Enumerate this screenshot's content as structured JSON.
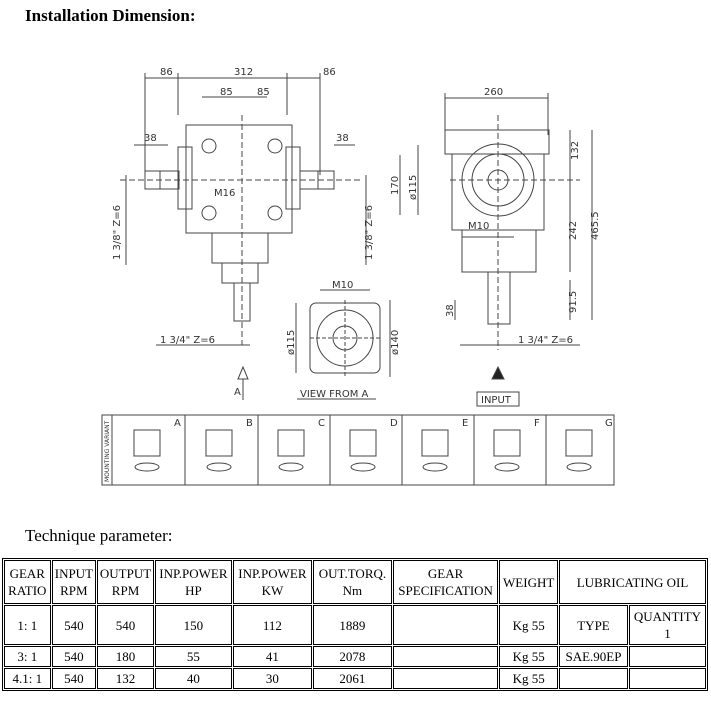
{
  "title": "Installation Dimension:",
  "subtitle": "Technique parameter:",
  "drawing": {
    "dims_top": [
      "86",
      "312",
      "86",
      "85",
      "85"
    ],
    "dim_38": "38",
    "dim_m16": "M16",
    "dim_spline_left": "1 3/8\" Z=6",
    "dim_spline_right": "1 3/8\" Z=6",
    "dim_spline_bottom": "1 3/4\" Z=6",
    "dim_spline_bottom2": "1 3/4\" Z=6",
    "dim_260": "260",
    "dim_132": "132",
    "dim_170": "170",
    "dim_phi115": "ø115",
    "dim_m10": "M10",
    "dim_242": "242",
    "dim_465": "465.5",
    "dim_91": "91.5",
    "dim_38b": "38",
    "view_m10": "M10",
    "view_phi115": "ø115",
    "view_phi140": "ø140",
    "arrow_a": "A",
    "view_from": "VIEW FROM A",
    "input_label": "INPUT",
    "mounting_label": "MOUNTING VARIANT",
    "variants": [
      "A",
      "B",
      "C",
      "D",
      "E",
      "F",
      "G"
    ]
  },
  "table": {
    "headers": [
      [
        "GEAR",
        "RATIO"
      ],
      [
        "INPUT",
        "RPM"
      ],
      [
        "OUTPUT",
        "RPM"
      ],
      [
        "INP.POWER",
        "HP"
      ],
      [
        "INP.POWER",
        "KW"
      ],
      [
        "OUT.TORQ.",
        "Nm"
      ],
      [
        "GEAR",
        "SPECIFICATION"
      ],
      [
        "WEIGHT"
      ],
      [
        "LUBRICATING OIL"
      ]
    ],
    "oil_sub": [
      "TYPE",
      "QUANTITY",
      "1"
    ],
    "rows": [
      {
        "ratio": "1: 1",
        "input": "540",
        "output": "540",
        "hp": "150",
        "kw": "112",
        "torque": "1889",
        "spec": "",
        "weight": "Kg 55",
        "oil_type": "",
        "oil_qty": ""
      },
      {
        "ratio": "3: 1",
        "input": "540",
        "output": "180",
        "hp": "55",
        "kw": "41",
        "torque": "2078",
        "spec": "",
        "weight": "Kg 55",
        "oil_type": "SAE.90EP",
        "oil_qty": ""
      },
      {
        "ratio": "4.1: 1",
        "input": "540",
        "output": "132",
        "hp": "40",
        "kw": "30",
        "torque": "2061",
        "spec": "",
        "weight": "Kg 55",
        "oil_type": "",
        "oil_qty": ""
      }
    ]
  }
}
